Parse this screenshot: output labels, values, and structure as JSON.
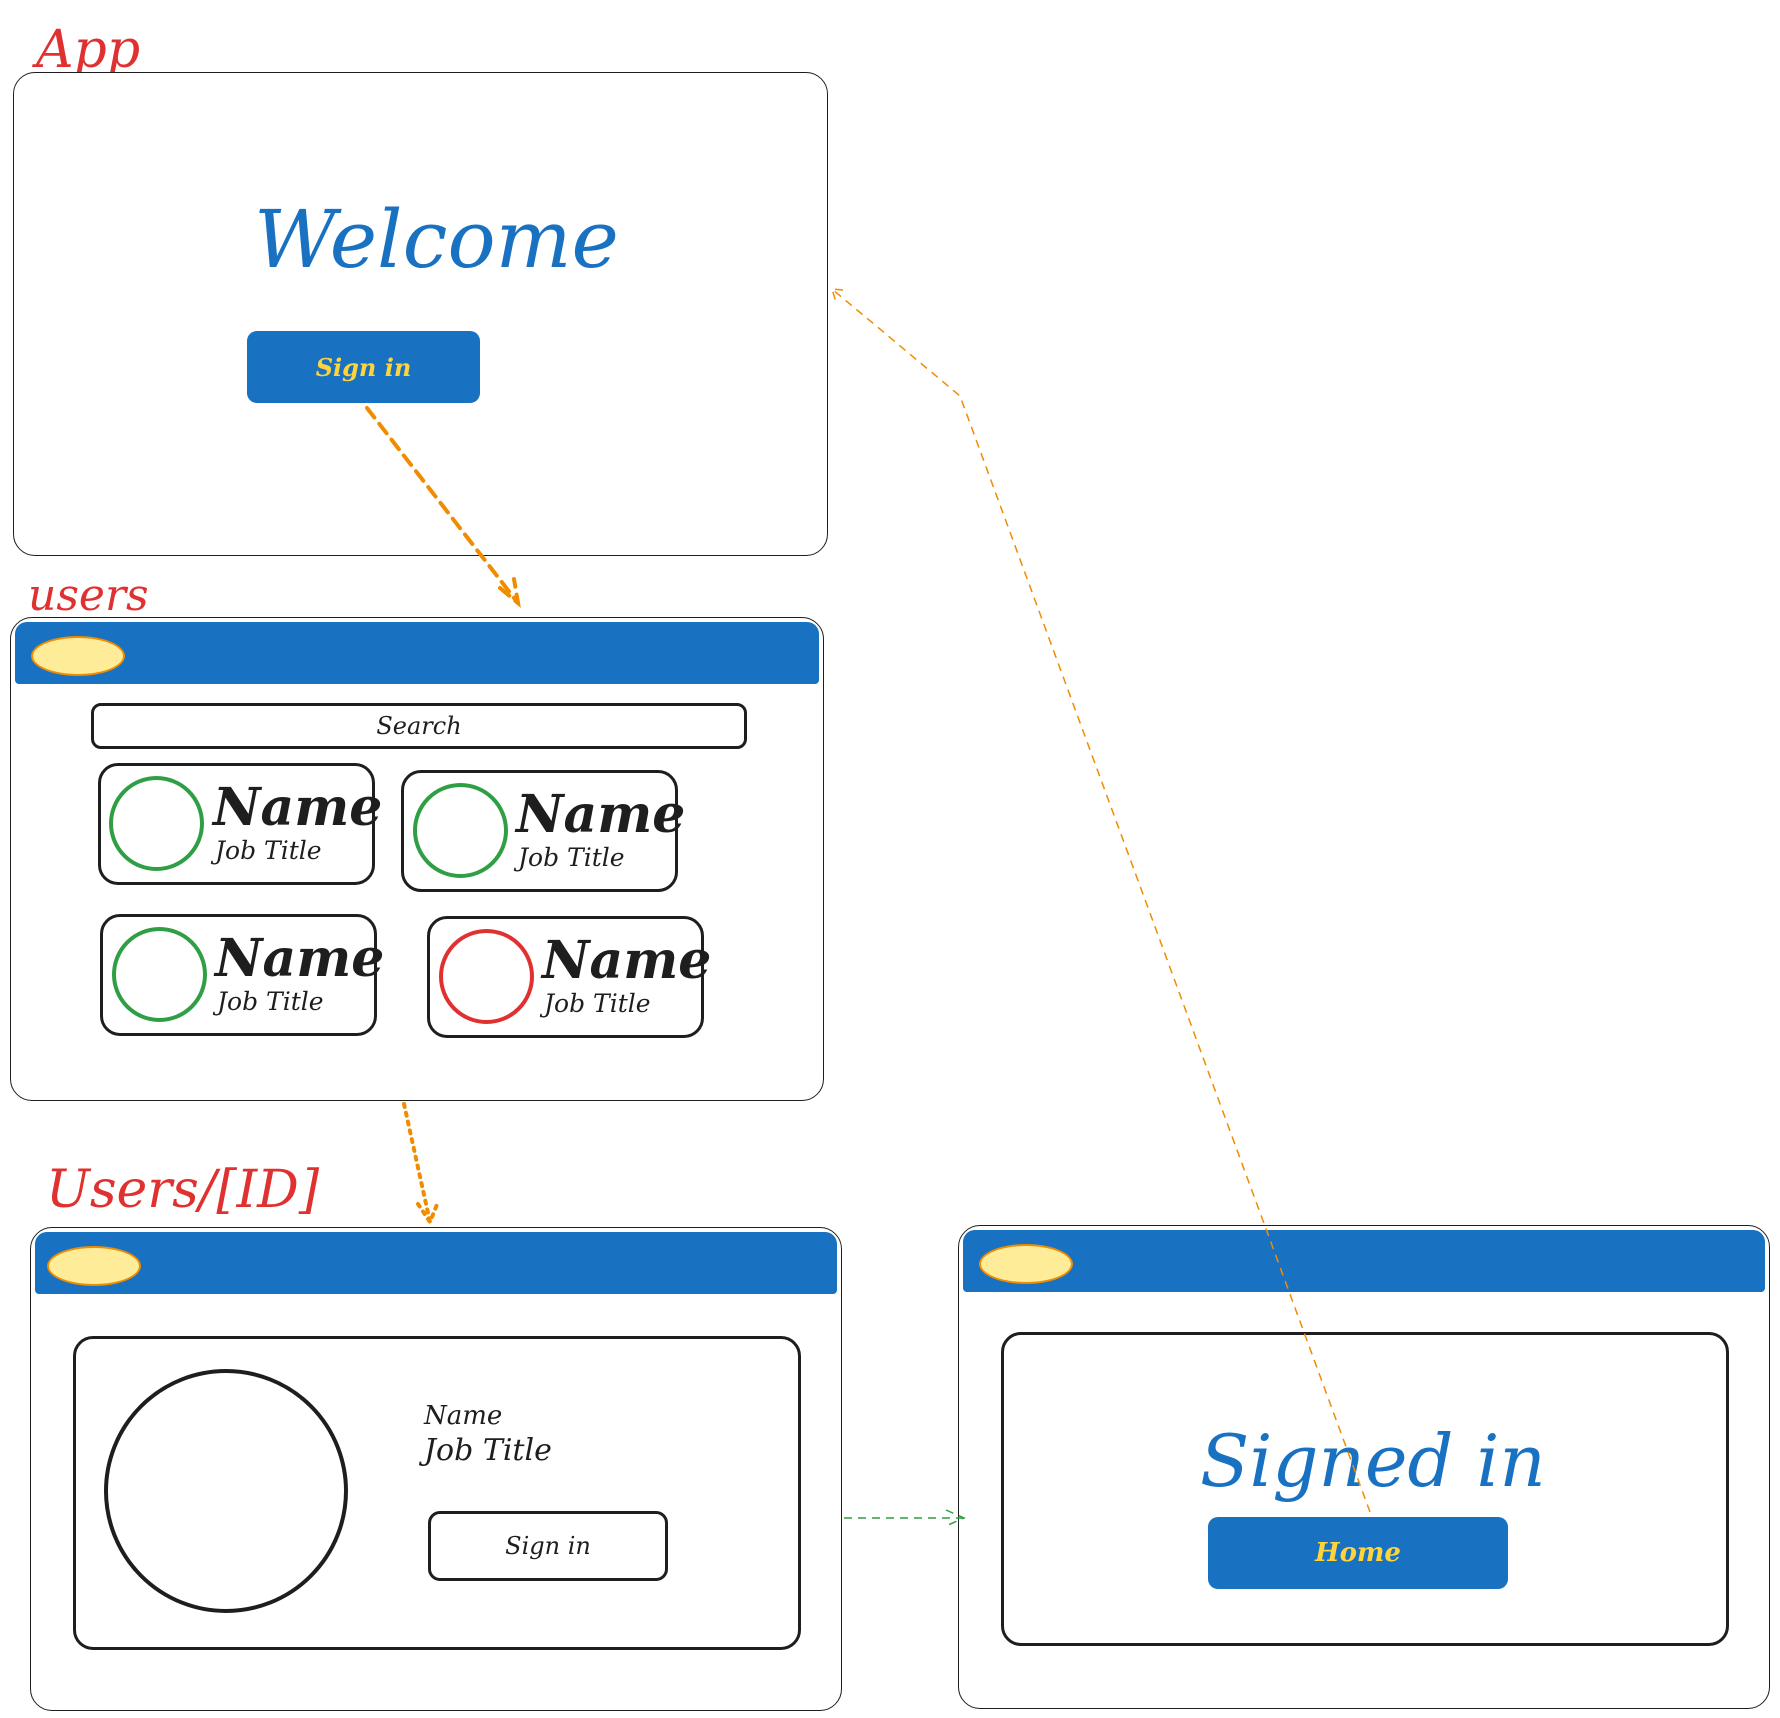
{
  "labels": {
    "app": "App",
    "users": "users",
    "user_detail": "Users/[ID]"
  },
  "app_screen": {
    "welcome": "Welcome",
    "sign_in_button": "Sign in"
  },
  "users_screen": {
    "search": "Search",
    "cards": [
      {
        "name": "Name",
        "job_title": "Job Title",
        "status_color": "#2f9e44"
      },
      {
        "name": "Name",
        "job_title": "Job Title",
        "status_color": "#2f9e44"
      },
      {
        "name": "Name",
        "job_title": "Job Title",
        "status_color": "#2f9e44"
      },
      {
        "name": "Name",
        "job_title": "Job Title",
        "status_color": "#e03131"
      }
    ]
  },
  "user_detail_screen": {
    "name": "Name",
    "job_title": "Job Title",
    "sign_in_button": "Sign in"
  },
  "signed_in_screen": {
    "heading": "Signed in",
    "home_button": "Home"
  },
  "colors": {
    "accent_blue": "#1971c2",
    "label_red": "#e03131",
    "button_text_yellow": "#ffd43b",
    "titlebar_dot": "#ffec99",
    "arrow_orange": "#f08c00",
    "arrow_green": "#2f9e44"
  }
}
